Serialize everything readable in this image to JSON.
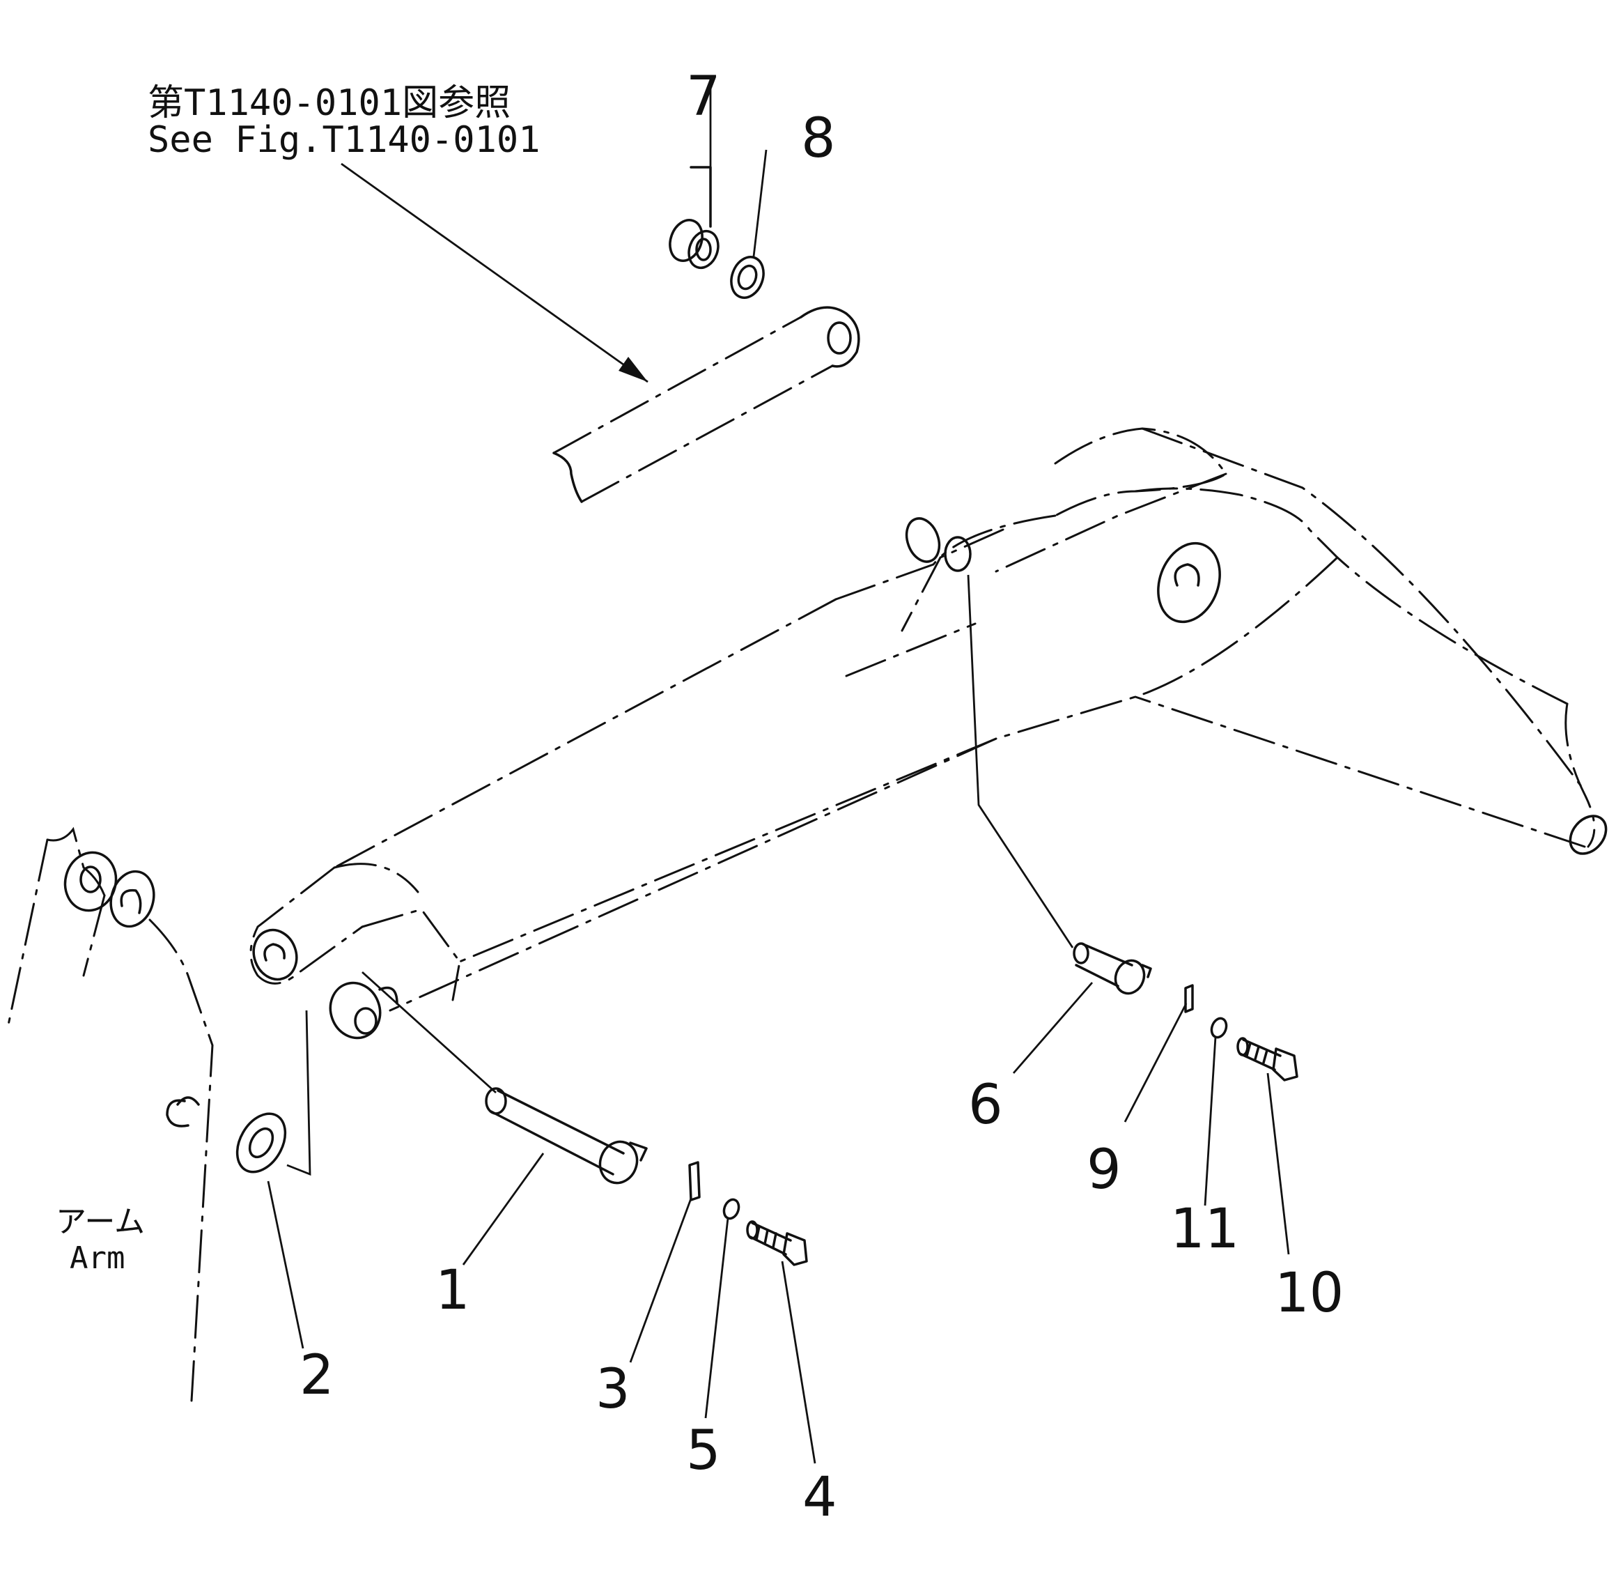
{
  "reference": {
    "line1": "第T1140-0101図参照",
    "line2": "See Fig.T1140-0101"
  },
  "arm_label": {
    "jp": "アーム",
    "en": "Arm"
  },
  "callouts": [
    "1",
    "2",
    "3",
    "4",
    "5",
    "6",
    "7",
    "8",
    "9",
    "10",
    "11"
  ]
}
